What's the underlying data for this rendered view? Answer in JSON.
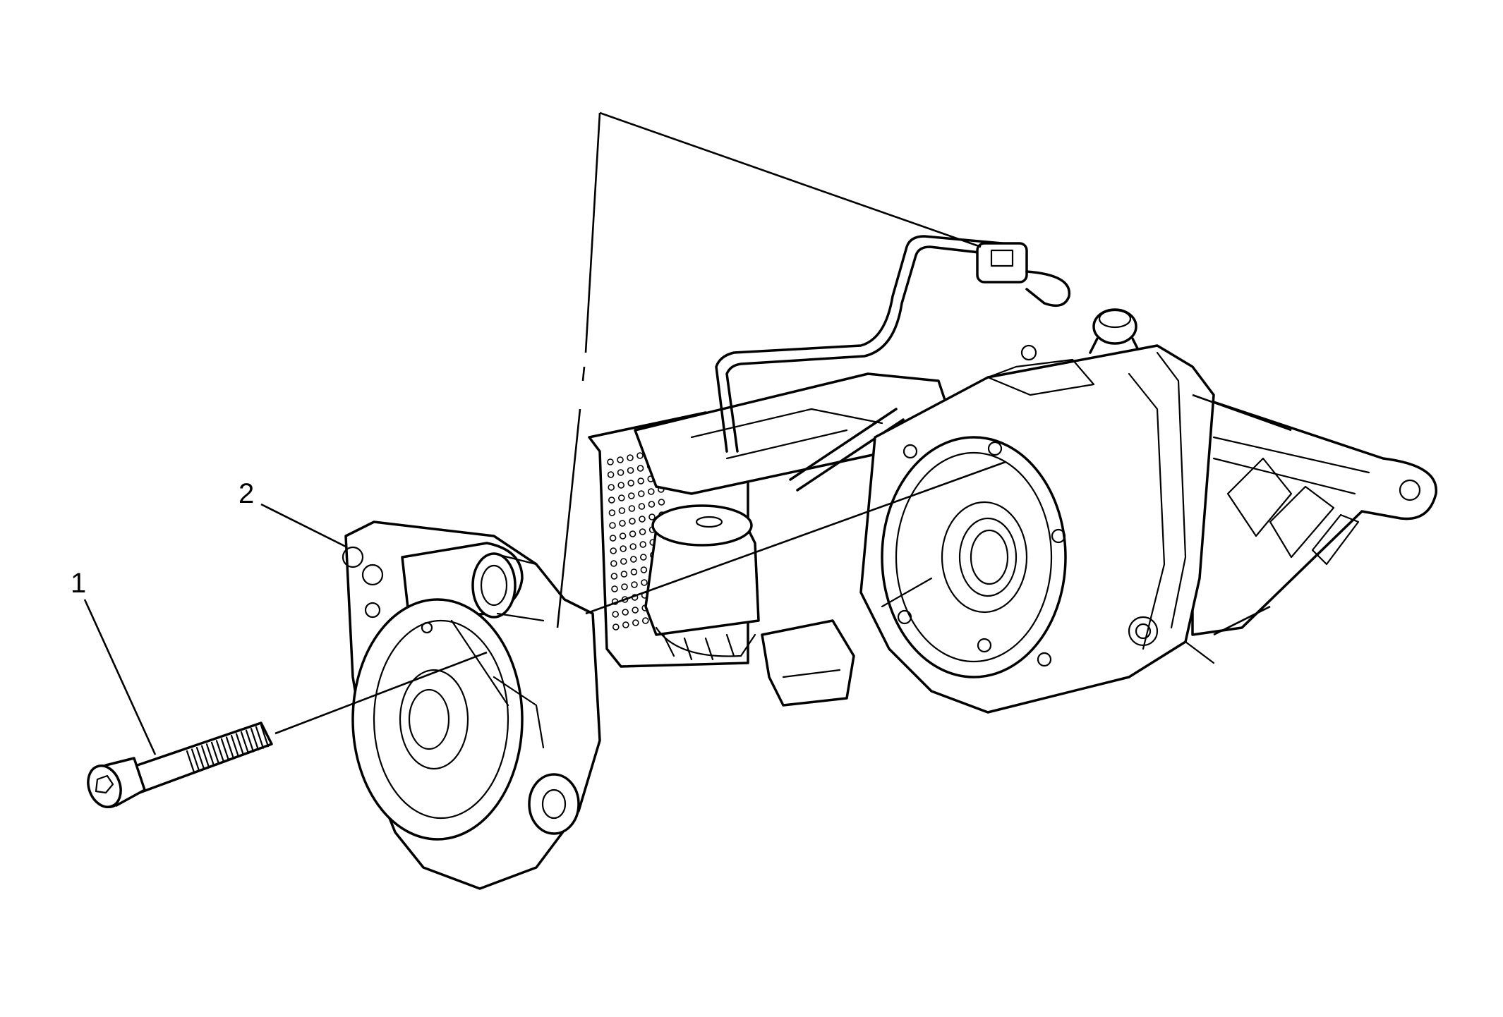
{
  "callouts": [
    {
      "id": "1",
      "label": "1"
    },
    {
      "id": "2",
      "label": "2"
    }
  ],
  "parts": {
    "bolt": "bolt-icon",
    "cover": "cover-housing-icon",
    "assembly": "drive-unit-assembly-icon"
  },
  "colors": {
    "line": "#000000",
    "background": "#ffffff"
  }
}
